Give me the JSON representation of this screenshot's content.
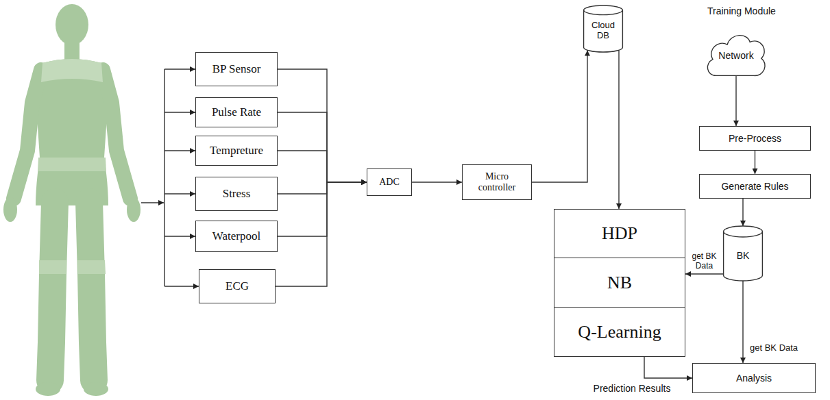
{
  "diagram": {
    "nodes": [
      {
        "text": [
          "BP Sensor"
        ]
      },
      {
        "text": [
          "Pulse Rate"
        ]
      },
      {
        "text": [
          "Tempreture"
        ]
      },
      {
        "text": [
          "Stress"
        ]
      },
      {
        "text": [
          "Waterpool"
        ]
      },
      {
        "text": [
          "ECG"
        ]
      },
      {
        "text": [
          "ADC"
        ]
      },
      {
        "text": [
          "Micro controller"
        ]
      },
      {
        "text": [
          "Cloud DB"
        ]
      },
      {
        "text": [
          "HDP"
        ]
      },
      {
        "text": [
          "NB"
        ]
      },
      {
        "text": [
          "Q-Learning"
        ]
      },
      {
        "text": [
          "Network"
        ]
      },
      {
        "text": [
          "Pre-Process"
        ]
      },
      {
        "text": [
          "Generate Rules"
        ]
      },
      {
        "text": [
          "BK"
        ]
      },
      {
        "text": [
          "Analysis"
        ]
      }
    ],
    "edges": [
      {
        "from": 0,
        "to": 6,
        "arrow": "to"
      },
      {
        "from": 1,
        "to": 6,
        "arrow": "to"
      },
      {
        "from": 2,
        "to": 6,
        "arrow": "to"
      },
      {
        "from": 3,
        "to": 6,
        "arrow": "to"
      },
      {
        "from": 4,
        "to": 6,
        "arrow": "to"
      },
      {
        "from": 5,
        "to": 6,
        "arrow": "to"
      },
      {
        "from": 6,
        "to": 7,
        "arrow": "to"
      },
      {
        "from": 7,
        "to": 8,
        "arrow": "to"
      },
      {
        "from": 8,
        "to": 9,
        "arrow": "to"
      },
      {
        "from": 12,
        "to": 13,
        "arrow": "to"
      },
      {
        "from": 13,
        "to": 14,
        "arrow": "to"
      },
      {
        "from": 14,
        "to": 15,
        "arrow": "to"
      },
      {
        "from": 15,
        "to": 10,
        "label": "get BK Data",
        "arrow": "to"
      },
      {
        "from": 15,
        "to": 16,
        "label": "get BK Data",
        "arrow": "to"
      },
      {
        "from": 11,
        "to": 16,
        "label": "Prediction Results",
        "arrow": "to"
      }
    ],
    "labels": [
      "Training Module"
    ]
  }
}
